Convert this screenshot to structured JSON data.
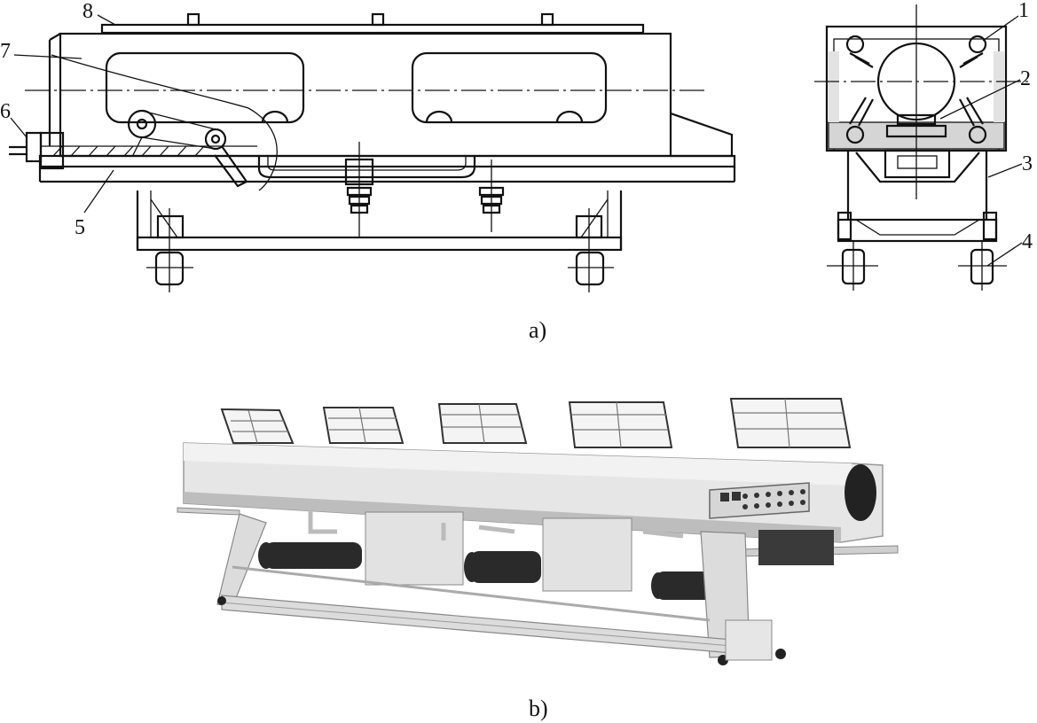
{
  "figure_a": {
    "caption": "a)",
    "callouts": [
      "1",
      "2",
      "3",
      "4",
      "5",
      "6",
      "7",
      "8"
    ]
  },
  "figure_b": {
    "caption": "b)",
    "control_panel_buttons": 12
  },
  "colors": {
    "ink": "#111111",
    "machine_body": "#e6e6e6",
    "machine_shadow": "#bdbdbd",
    "motor": "#2a2a2a"
  }
}
